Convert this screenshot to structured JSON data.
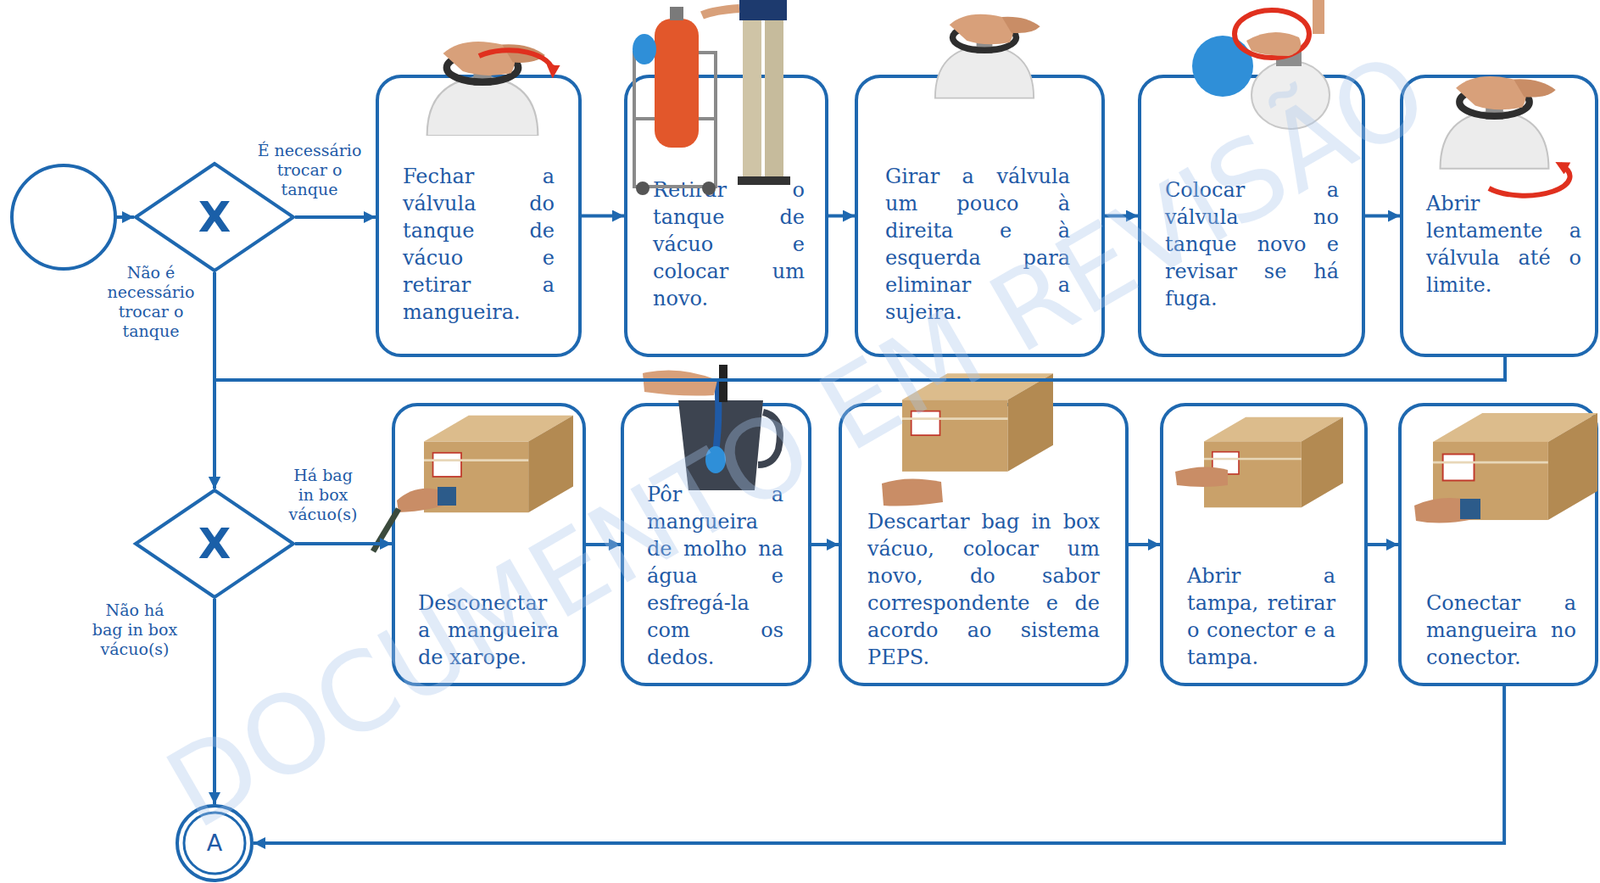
{
  "diagram": {
    "nodes": [
      {
        "text": [
          "X"
        ]
      },
      {
        "text": [
          "Fechar a válvula do tanque de vácuo e retirar a mangueira."
        ]
      },
      {
        "text": [
          "Retirar o tanque de vácuo e colocar um novo."
        ]
      },
      {
        "text": [
          "Girar a válvula um pouco à direita e à esquerda para eliminar a sujeira."
        ]
      },
      {
        "text": [
          "Colocar a válvula no tanque novo e revisar se há fuga."
        ]
      },
      {
        "text": [
          "Abrir lentamente a válvula até o limite."
        ]
      },
      {
        "text": [
          "X"
        ]
      },
      {
        "text": [
          "Desconectar a mangueira de xarope."
        ]
      },
      {
        "text": [
          "Pôr a mangueira de molho na água e esfregá-la com os dedos."
        ]
      },
      {
        "text": [
          "Descartar bag in box vácuo, colocar um novo, do sabor correspondente e de acordo ao sistema PEPS."
        ]
      },
      {
        "text": [
          "Abrir a tampa, retirar o conector e a tampa."
        ]
      },
      {
        "text": [
          "Conectar a mangueira no conector."
        ]
      },
      {
        "text": [
          "A"
        ]
      }
    ],
    "edges": [
      {
        "from": 0,
        "to": 1,
        "arrow": "to",
        "label": "É necessário trocar o tanque"
      },
      {
        "from": 1,
        "to": 2,
        "arrow": "to"
      },
      {
        "from": 2,
        "to": 3,
        "arrow": "to"
      },
      {
        "from": 3,
        "to": 4,
        "arrow": "to"
      },
      {
        "from": 4,
        "to": 5,
        "arrow": "to"
      },
      {
        "from": 5,
        "to": 6,
        "arrow": "to"
      },
      {
        "from": 0,
        "to": 6,
        "arrow": "to",
        "label": "Não é necessário trocar o tanque"
      },
      {
        "from": 6,
        "to": 7,
        "arrow": "to",
        "label": "Há bag in box vácuo(s)"
      },
      {
        "from": 7,
        "to": 8,
        "arrow": "to"
      },
      {
        "from": 8,
        "to": 9,
        "arrow": "to"
      },
      {
        "from": 9,
        "to": 10,
        "arrow": "to"
      },
      {
        "from": 10,
        "to": 11,
        "arrow": "to"
      },
      {
        "from": 6,
        "to": 12,
        "arrow": "to",
        "label": "Não há bag in box vácuo(s)"
      },
      {
        "from": 11,
        "to": 12,
        "arrow": "to"
      }
    ],
    "labels": [
      "DOCUMENTO EM REVISÃO"
    ]
  }
}
